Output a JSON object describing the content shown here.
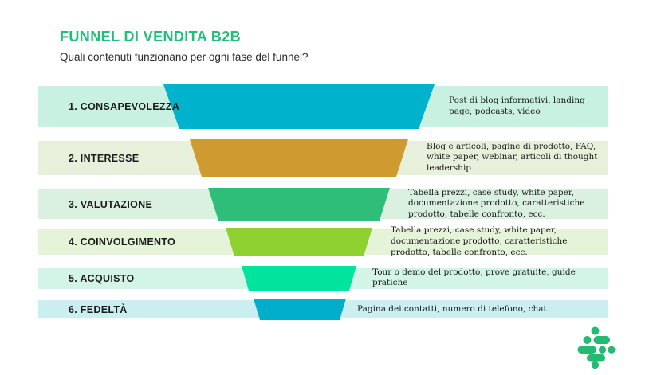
{
  "title": "FUNNEL DI VENDITA B2B",
  "subtitle": "Quali contenuti funzionano per ogni fase del funnel?",
  "colors": {
    "title_accent": "#1ebf77",
    "logo": "#21bb72",
    "body_text": "#1a1a1a"
  },
  "funnel": {
    "stages": [
      {
        "label": "1. CONSAPEVOLEZZA",
        "content": "Post di blog informativi, landing page, podcasts, video",
        "band_color": "#c8f1e2",
        "shape_color": "#00b2cb"
      },
      {
        "label": "2. INTERESSE",
        "content": "Blog e articoli, pagine di prodotto, FAQ, white paper, webinar, articoli di thought leadership",
        "band_color": "#e6f0da",
        "shape_color": "#cf9b31"
      },
      {
        "label": "3. VALUTAZIONE",
        "content": "Tabella prezzi, case study, white paper, documentazione prodotto, caratteristiche prodotto, tabelle confronto, ecc.",
        "band_color": "#daf0e1",
        "shape_color": "#2fbe7a"
      },
      {
        "label": "4. COINVOLGIMENTO",
        "content": "Tabella prezzi, case study, white paper, documentazione prodotto, caratteristiche prodotto, tabelle confronto, ecc.",
        "band_color": "#e5f3d9",
        "shape_color": "#8ed02f"
      },
      {
        "label": "5. ACQUISTO",
        "content": "Tour o demo del prodotto, prove gratuite, guide pratiche",
        "band_color": "#d3f5e7",
        "shape_color": "#00e49d"
      },
      {
        "label": "6. FEDELTÀ",
        "content": "Pagina dei contatti, numero di telefono, chat",
        "band_color": "#cbeff0",
        "shape_color": "#00adca"
      }
    ]
  }
}
